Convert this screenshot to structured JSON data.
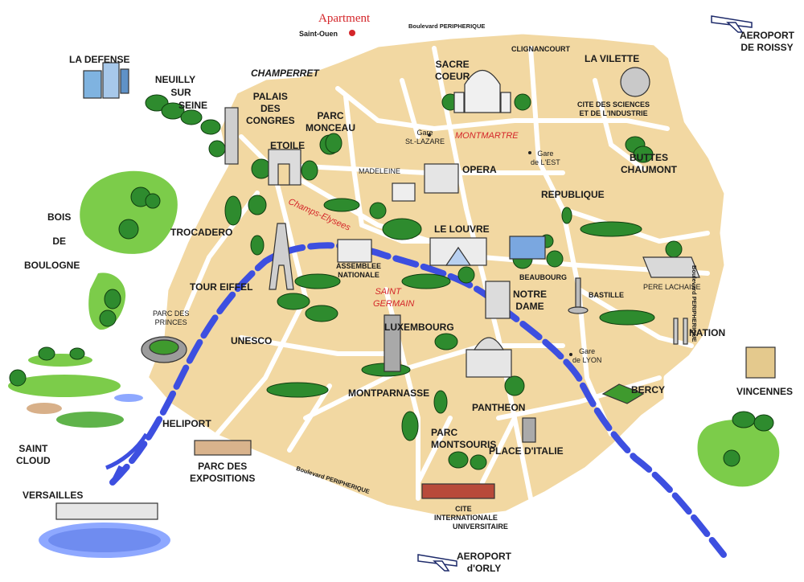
{
  "colors": {
    "city": "#f2d8a2",
    "road": "#ffffff",
    "river": "#3d4fe0",
    "park": "#3f9a2e",
    "park_light": "#7ccc4a",
    "label_red": "#d4262a"
  },
  "labels": {
    "apartment": "Apartment",
    "saint_ouen": "Saint-Ouen",
    "bd_periph_top": "Boulevard PERIPHERIQUE",
    "bd_periph_right": "Boulevard PERIPHERIQUE",
    "bd_periph_bottom": "Boulevard PERIPHERIQUE",
    "aeroport_roissy": [
      "AEROPORT",
      "DE ROISSY"
    ],
    "aeroport_orly": [
      "AEROPORT",
      "d'ORLY"
    ],
    "la_defense": "LA DEFENSE",
    "neuilly": [
      "NEUILLY",
      "SUR",
      "SEINE"
    ],
    "champerret": "CHAMPERRET",
    "palais_congres": [
      "PALAIS",
      "DES",
      "CONGRES"
    ],
    "parc_monceau": [
      "PARC",
      "MONCEAU"
    ],
    "sacre_coeur": [
      "SACRE",
      "COEUR"
    ],
    "clignancourt": "CLIGNANCOURT",
    "la_vilette": "LA VILETTE",
    "cite_sciences": [
      "CITE DES SCIENCES",
      "ET DE L'INDUSTRIE"
    ],
    "montmartre": "MONTMARTRE",
    "gare_st_lazare": [
      "Gare",
      "St.-LAZARE"
    ],
    "gare_est": [
      "Gare",
      "de L'EST"
    ],
    "buttes_chaumont": [
      "BUTTES",
      "CHAUMONT"
    ],
    "etoile": "ETOILE",
    "madeleine": "MADELEINE",
    "opera": "OPERA",
    "champs_elysees": "Champs-Elysees",
    "republique": "REPUBLIQUE",
    "bois_boulogne": [
      "BOIS",
      "DE",
      "BOULOGNE"
    ],
    "trocadero": "TROCADERO",
    "le_louvre": "LE LOUVRE",
    "assemblee": [
      "ASSEMBLEE",
      "NATIONALE"
    ],
    "beaubourg": "BEAUBOURG",
    "pere_lachaise": "PERE LACHAISE",
    "tour_eiffel": "TOUR EIFFEL",
    "saint_germain": [
      "SAINT",
      "GERMAIN"
    ],
    "notre_dame": [
      "NOTRE",
      "DAME"
    ],
    "bastille": "BASTILLE",
    "parc_princes": [
      "PARC DES",
      "PRINCES"
    ],
    "unesco": "UNESCO",
    "luxembourg": "LUXEMBOURG",
    "nation": "NATION",
    "gare_lyon": [
      "Gare",
      "de LYON"
    ],
    "vincennes": "VINCENNES",
    "montparnasse": "MONTPARNASSE",
    "bercy": "BERCY",
    "pantheon": "PANTHEON",
    "heliport": "HELIPORT",
    "parc_montsouris": [
      "PARC",
      "MONTSOURIS"
    ],
    "place_italie": "PLACE D'ITALIE",
    "saint_cloud": [
      "SAINT",
      "CLOUD"
    ],
    "parc_expositions": [
      "PARC DES",
      "EXPOSITIONS"
    ],
    "versailles": "VERSAILLES",
    "cite_univ": [
      "CITE",
      "INTERNATIONALE",
      "UNIVERSITAIRE"
    ]
  }
}
